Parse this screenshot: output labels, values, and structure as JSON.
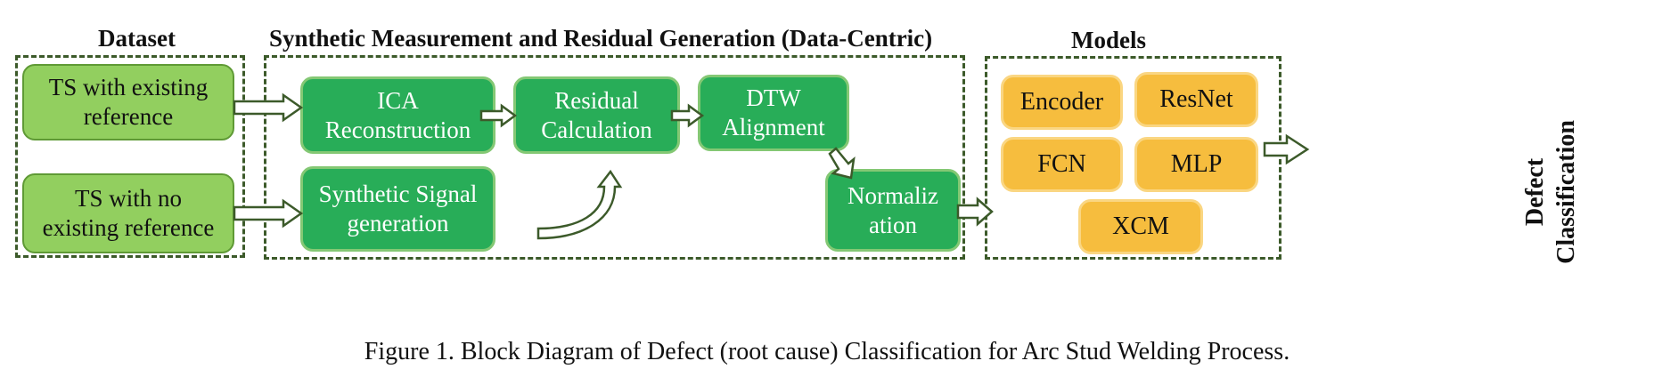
{
  "groups": {
    "dataset": "Dataset",
    "synthetic": "Synthetic Measurement and Residual Generation (Data-Centric)",
    "models": "Models"
  },
  "boxes": {
    "ts_existing": "TS with existing\nreference",
    "ts_no_existing": "TS with no\nexisting reference",
    "ica": "ICA\nReconstruction",
    "residual": "Residual\nCalculation",
    "dtw": "DTW\nAlignment",
    "synthetic_signal": "Synthetic Signal\ngeneration",
    "normalization": "Normaliz\nation"
  },
  "models": {
    "encoder": "Encoder",
    "resnet": "ResNet",
    "fcn": "FCN",
    "mlp": "MLP",
    "xcm": "XCM"
  },
  "output_label": "Defect\nClassification",
  "caption": "Figure 1. Block Diagram of Defect (root cause) Classification for Arc Stud Welding Process.",
  "colors": {
    "light_green": "#92cf5f",
    "dark_green": "#28ad58",
    "orange": "#f6bd3e",
    "dashed_border": "#3c5a2a"
  }
}
